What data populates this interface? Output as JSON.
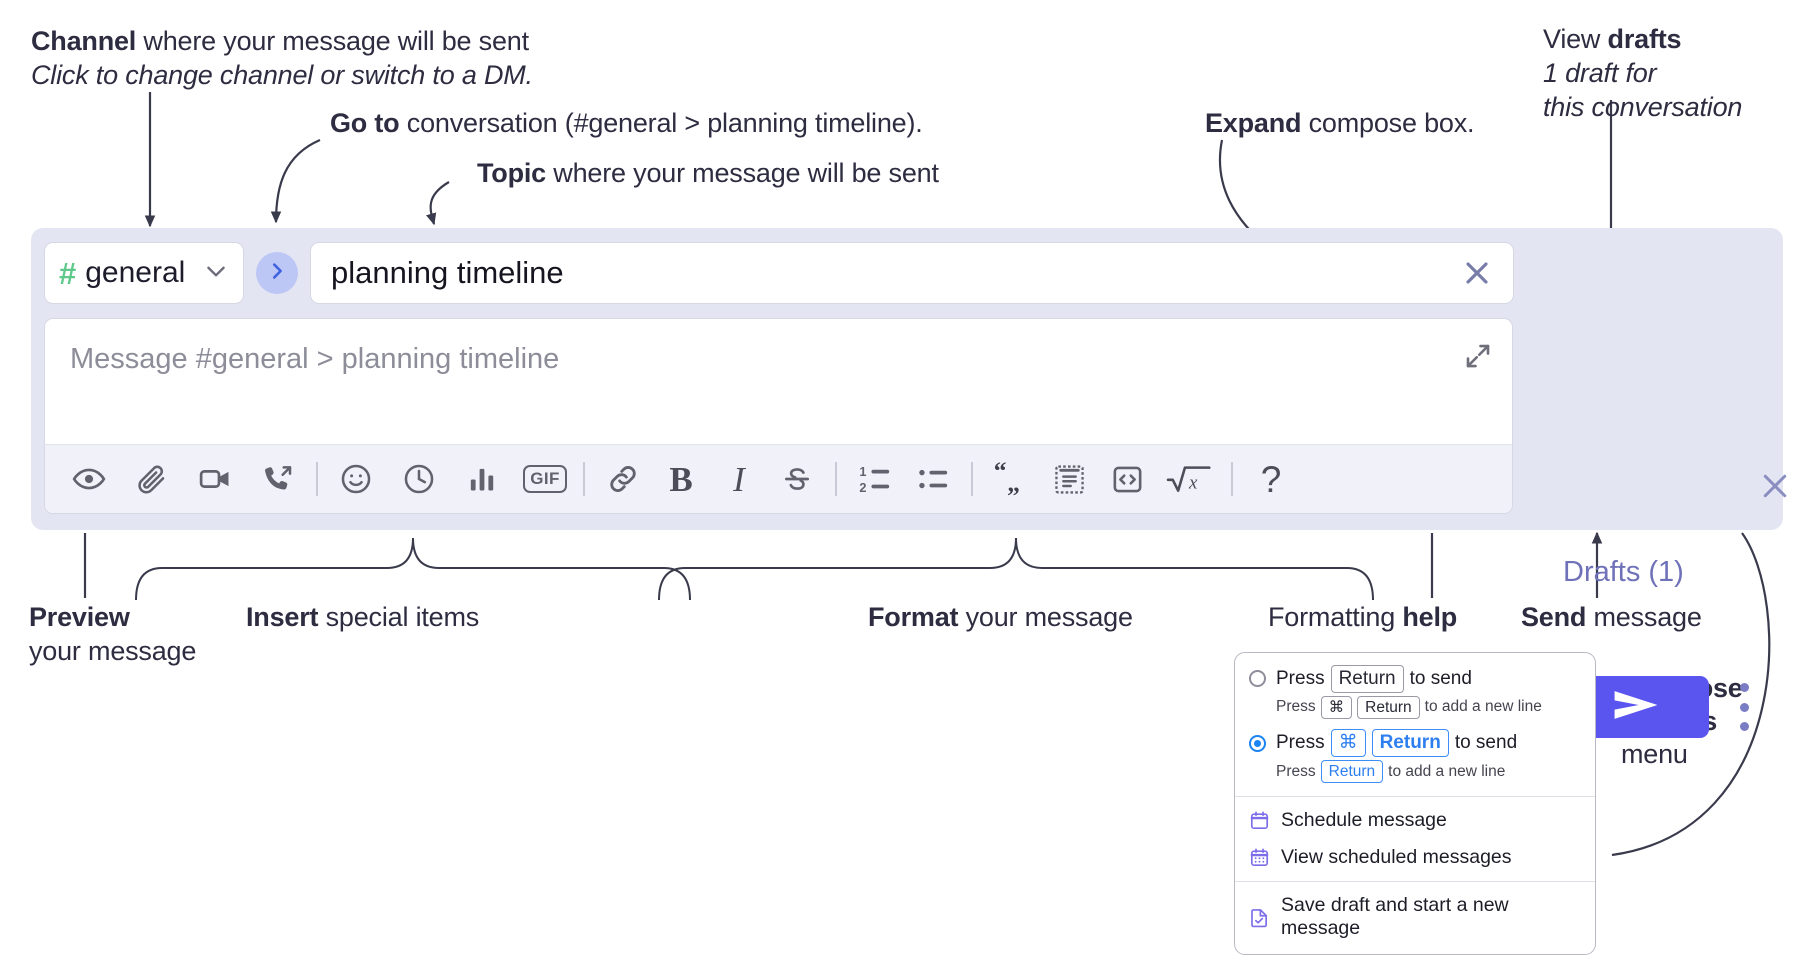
{
  "annotations": {
    "channel": {
      "bold": "Channel",
      "rest": " where your message will be sent",
      "italic": "Click to change channel or switch to a DM."
    },
    "goto": {
      "bold": "Go to",
      "rest": " conversation (#general > planning timeline)."
    },
    "topic": {
      "bold": "Topic",
      "rest": " where your message will be sent"
    },
    "expand": {
      "bold": "Expand",
      "rest": " compose box."
    },
    "drafts": {
      "lead": "View ",
      "bold": "drafts",
      "italic1": "1 draft for",
      "italic2": "this conversation"
    },
    "preview": {
      "bold": "Preview",
      "rest": "your message"
    },
    "insert": {
      "bold": "Insert",
      "rest": " special items"
    },
    "format": {
      "bold": "Format",
      "rest": " your message"
    },
    "help": {
      "lead": "Formatting ",
      "bold": "help"
    },
    "send": {
      "bold": "Send",
      "rest": " message"
    },
    "compose_options": {
      "bold1": "Compose",
      "bold2": "options",
      "rest": "menu"
    }
  },
  "compose": {
    "channel": {
      "hash": "#",
      "name": "general",
      "chevron_icon": "chevron-down-icon"
    },
    "goto_icon": "chevron-right-icon",
    "topic": {
      "value": "planning timeline",
      "clear_icon": "close-icon"
    },
    "message": {
      "placeholder": "Message #general > planning timeline"
    },
    "expand_icon": "expand-diagonal-icon",
    "close_icon": "close-icon",
    "drafts_label": "Drafts (1)",
    "send_icon": "send-paper-plane-icon",
    "kebab_icon": "more-vertical-icon",
    "toolbar": [
      {
        "name": "preview-icon",
        "label": "Preview"
      },
      {
        "name": "attach-paperclip-icon",
        "label": "Attach file"
      },
      {
        "name": "video-camera-icon",
        "label": "Video clip"
      },
      {
        "name": "audio-call-forward-icon",
        "label": "Audio clip"
      },
      {
        "name": "separator",
        "label": ""
      },
      {
        "name": "emoji-smiley-icon",
        "label": "Emoji"
      },
      {
        "name": "clock-icon",
        "label": "Reminder"
      },
      {
        "name": "poll-bar-chart-icon",
        "label": "Poll"
      },
      {
        "name": "gif-icon",
        "label": "GIF"
      },
      {
        "name": "separator",
        "label": ""
      },
      {
        "name": "link-icon",
        "label": "Link"
      },
      {
        "name": "bold-icon",
        "label": "Bold"
      },
      {
        "name": "italic-icon",
        "label": "Italic"
      },
      {
        "name": "strikethrough-icon",
        "label": "Strikethrough"
      },
      {
        "name": "separator",
        "label": ""
      },
      {
        "name": "ordered-list-icon",
        "label": "Ordered list"
      },
      {
        "name": "bulleted-list-icon",
        "label": "Bulleted list"
      },
      {
        "name": "separator",
        "label": ""
      },
      {
        "name": "blockquote-icon",
        "label": "Blockquote"
      },
      {
        "name": "code-block-icon",
        "label": "Code block"
      },
      {
        "name": "inline-code-icon",
        "label": "Code"
      },
      {
        "name": "math-sqrt-icon",
        "label": "Math"
      },
      {
        "name": "separator",
        "label": ""
      },
      {
        "name": "help-question-icon",
        "label": "Formatting help"
      }
    ]
  },
  "options_menu": {
    "radio_options": [
      {
        "selected": false,
        "main_pre": "Press",
        "main_keys": [
          "Return"
        ],
        "main_post": "to send",
        "sub_pre": "Press",
        "sub_keys": [
          "⌘",
          "Return"
        ],
        "sub_post": "to add a new line"
      },
      {
        "selected": true,
        "main_pre": "Press",
        "main_keys": [
          "⌘",
          "Return"
        ],
        "main_post": "to send",
        "sub_pre": "Press",
        "sub_keys": [
          "Return"
        ],
        "sub_post": "to add a new line"
      }
    ],
    "items": [
      {
        "icon": "calendar-icon",
        "label": "Schedule message"
      },
      {
        "icon": "calendar-grid-icon",
        "label": "View scheduled messages"
      },
      {
        "icon": "document-check-icon",
        "label": "Save draft and start a new message"
      }
    ]
  },
  "colors": {
    "compose_bg": "#e3e5f2",
    "send_purple": "#5b55f0",
    "hash_green": "#5ec98a",
    "goto_blue_bg": "#bdc7f6",
    "goto_blue_fg": "#3f63e0",
    "drafts_text": "#6f72b8",
    "accent_blue": "#1a84f5",
    "menu_icon_purple": "#7b6ee8"
  }
}
